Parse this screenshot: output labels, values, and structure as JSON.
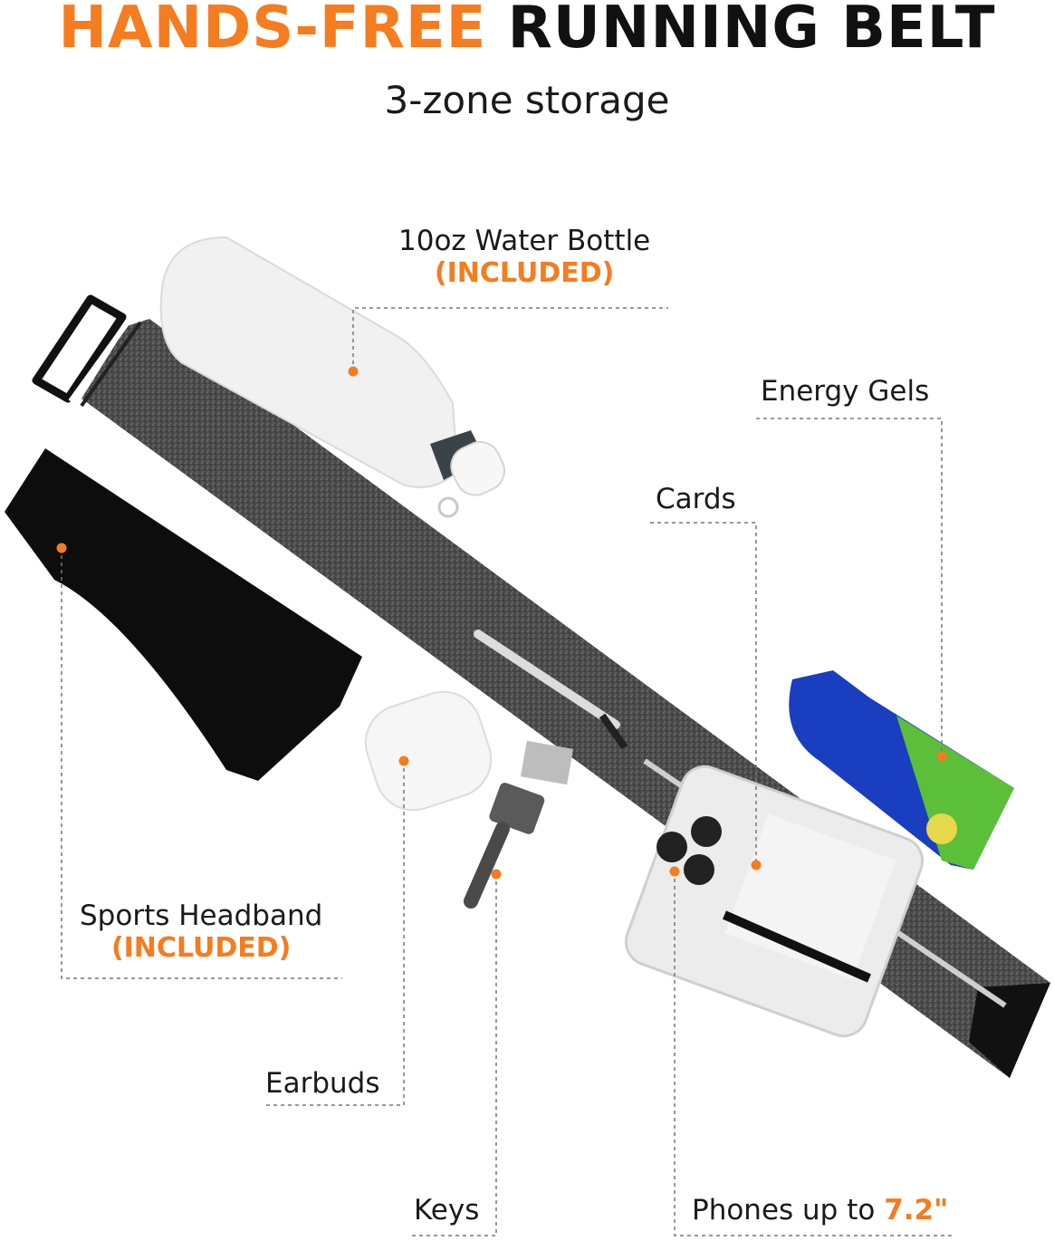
{
  "header": {
    "title_highlight": "HANDS-FREE",
    "title_rest": "RUNNING BELT",
    "subtitle": "3-zone storage"
  },
  "callouts": {
    "water_bottle": {
      "label": "10oz Water Bottle",
      "badge": "(INCLUDED)"
    },
    "energy_gels": {
      "label": "Energy Gels"
    },
    "cards": {
      "label": "Cards"
    },
    "headband": {
      "label": "Sports Headband",
      "badge": "(INCLUDED)"
    },
    "earbuds": {
      "label": "Earbuds"
    },
    "keys": {
      "label": "Keys"
    },
    "phones": {
      "label": "Phones up to ",
      "size": "7.2\""
    }
  },
  "colors": {
    "accent": "#f57c1f",
    "text": "#1a1a1a",
    "belt": "#4a4a4a"
  }
}
